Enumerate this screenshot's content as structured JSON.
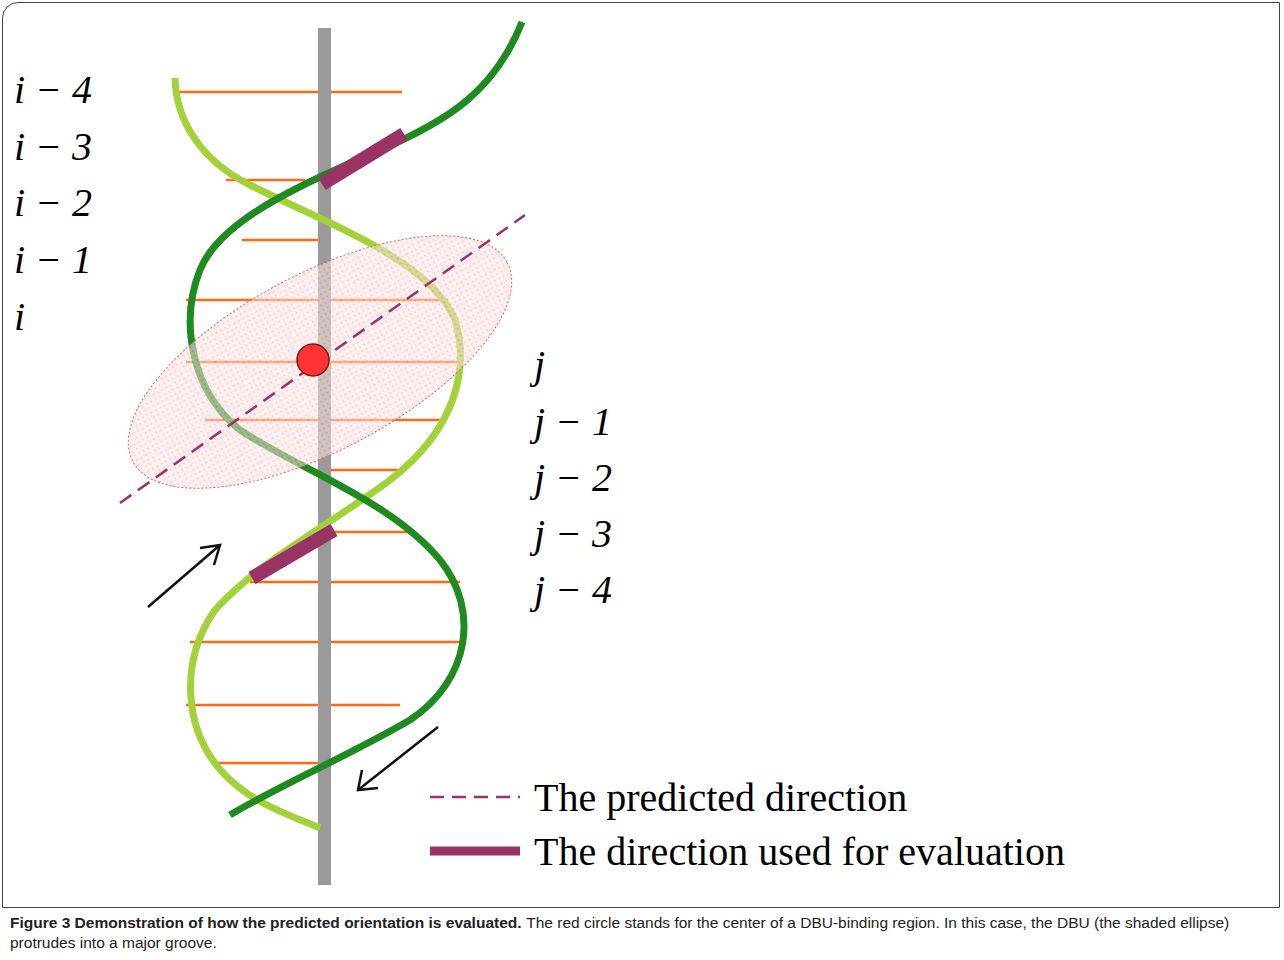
{
  "diagram": {
    "caption": "Figure 3 Demonstration of how the predicted orientation is evaluated.",
    "labels": [
      "i − 4",
      "i − 3",
      "i − 2",
      "i − 1",
      "i",
      "j",
      "j − 1",
      "j − 2",
      "j − 3",
      "j − 4",
      "The red circle stands for the center of a DBU-binding region. In this case, the DBU (the shaded ellipse) protrudes into a major groove."
    ],
    "legend": [
      {
        "text": "The predicted direction"
      },
      {
        "text": "The direction used for evaluation"
      }
    ]
  }
}
